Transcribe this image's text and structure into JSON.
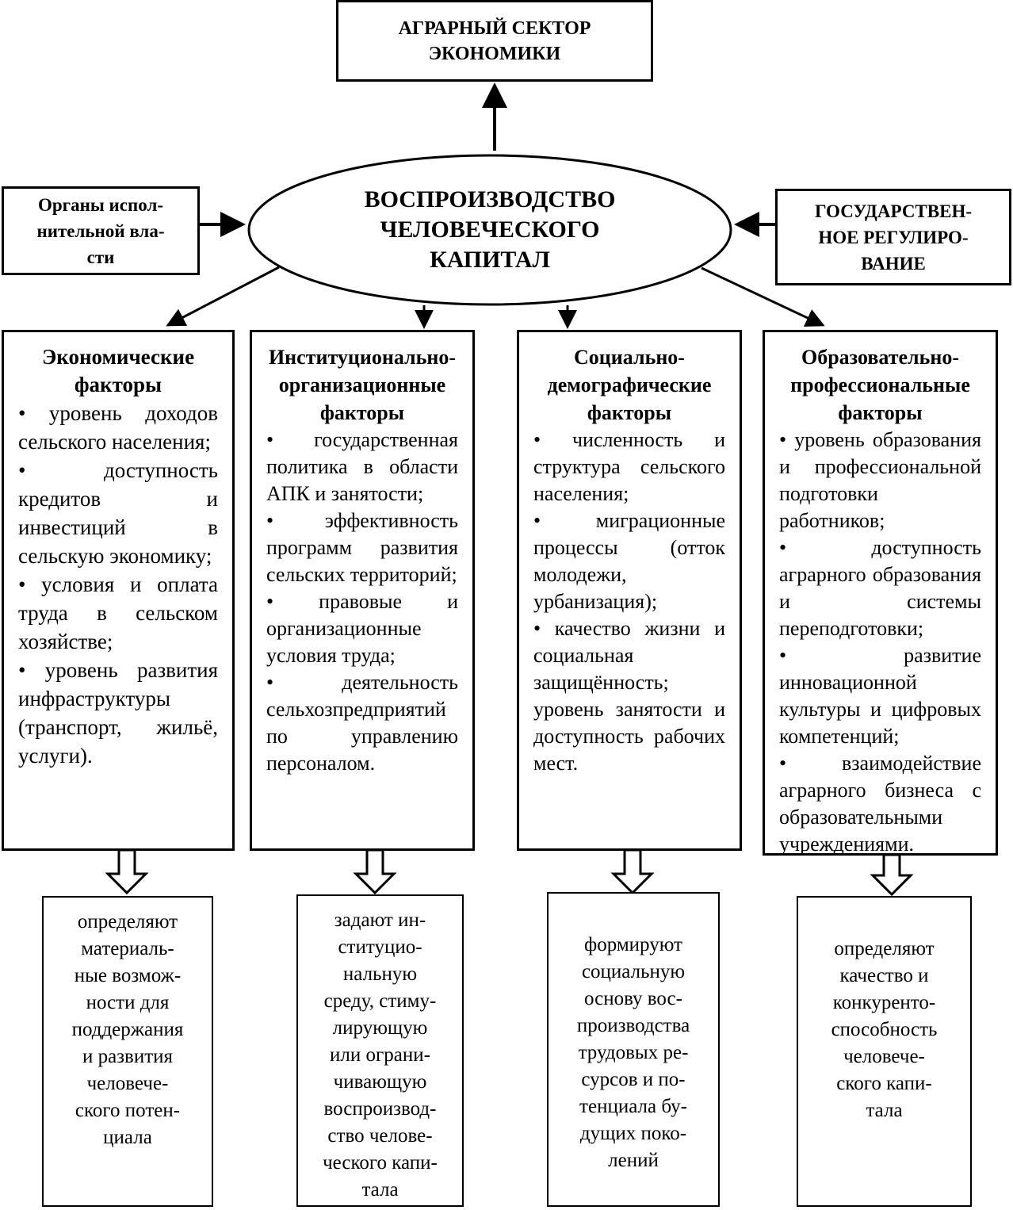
{
  "top_box": {
    "lines": [
      "АГРАРНЫЙ СЕКТОР",
      "ЭКОНОМИКИ"
    ]
  },
  "center": {
    "lines": [
      "ВОСПРОИЗВОДСТВО",
      "ЧЕЛОВЕЧЕСКОГО",
      "КАПИТАЛ"
    ]
  },
  "left_box": {
    "lines": [
      "Органы испол-",
      "нительной вла-",
      "сти"
    ]
  },
  "right_box": {
    "lines": [
      "ГОСУДАРСТВЕН-",
      "НОЕ РЕГУЛИРО-",
      "ВАНИЕ"
    ]
  },
  "columns": [
    {
      "title": "Экономические факторы",
      "items": [
        "• уровень доходов сельского населения;",
        "• доступность кредитов и инвестиций в сельскую экономику;",
        "• условия и оплата труда в сельском хозяйстве;",
        "• уровень развития инфраструктуры (транспорт, жильё, услуги)."
      ],
      "result": [
        "определяют",
        "материаль-",
        "ные возмож-",
        "ности для",
        "поддержания",
        "и развития",
        "человече-",
        "ского потен-",
        "циала"
      ]
    },
    {
      "title": "Институционально-организационные факторы",
      "items": [
        "•   государственная политика в области АПК и занятости;",
        "•   эффективность программ развития сельских территорий;",
        "•   правовые и организационные условия труда;",
        "•   деятельность сельхозпредприятий по управлению персоналом."
      ],
      "result": [
        "задают ин-",
        "ституцио-",
        "нальную",
        "среду, стиму-",
        "лирующую",
        "или ограни-",
        "чивающую",
        "воспроизвод-",
        "ство челове-",
        "ческого капи-",
        "тала"
      ]
    },
    {
      "title": "Социально-демографические факторы",
      "items": [
        "• численность и структура сельского населения;",
        "• миграционные процессы (отток молодежи, урбанизация);",
        "• качество жизни и социальная защищённость;",
        "уровень занятости и доступность рабочих мест."
      ],
      "result": [
        "формируют",
        "социальную",
        "основу вос-",
        "производства",
        "трудовых ре-",
        "сурсов и по-",
        "тенциала бу-",
        "дущих поко-",
        "лений"
      ]
    },
    {
      "title": "Образовательно-профессиональные факторы",
      "items": [
        "• уровень образования и профессиональной подготовки работников;",
        "• доступность аграрного образования и системы переподготовки;",
        "• развитие инновационной культуры и цифровых компетенций;",
        "• взаимодействие аграрного бизнеса с образовательными учреждениями."
      ],
      "result": [
        "определяют",
        "качество и",
        "конкуренто-",
        "способность",
        "человече-",
        "ского капи-",
        "тала"
      ]
    }
  ]
}
